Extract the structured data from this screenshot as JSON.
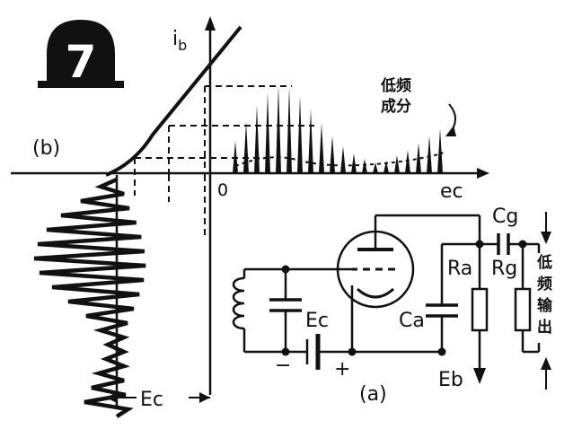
{
  "figure_number": "7",
  "labels": {
    "panel_b": "(b)",
    "panel_a": "(a)",
    "ib_main": "i",
    "ib_sub": "b",
    "origin": "0",
    "ec_axis": "ec",
    "ec_bias": "Ec",
    "ec_battery": "Ec",
    "low_freq_line1": "低频",
    "low_freq_line2": "成分",
    "cg": "Cg",
    "ra": "Ra",
    "rg": "Rg",
    "ca": "Ca",
    "eb": "Eb",
    "minus": "−",
    "plus": "+",
    "output_chars": [
      "低",
      "频",
      "输",
      "出"
    ]
  },
  "colors": {
    "ink": "#111111",
    "paper": "#ffffff"
  }
}
